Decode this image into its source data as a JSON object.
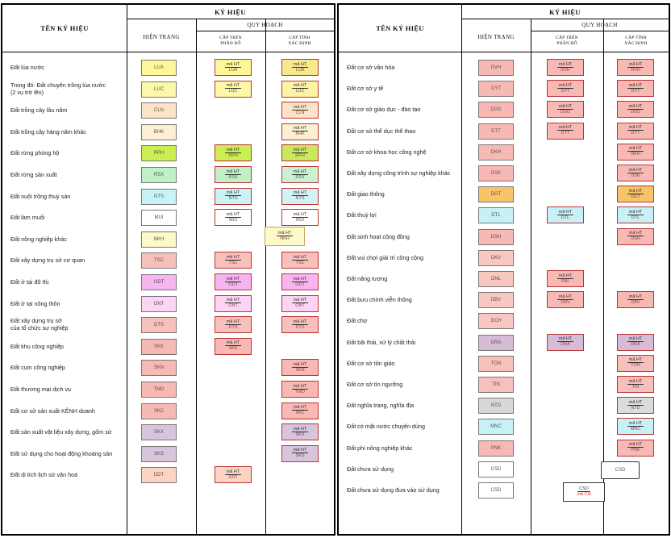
{
  "header": {
    "ten_ky_hieu": "TÊN KÝ HIỆU",
    "ky_hieu": "KÝ HIỆU",
    "hien_trang": "HIỆN TRẠNG",
    "quy_hoach": "QUY HOẠCH",
    "cap_tren_line1": "CẤP TRÊN",
    "cap_tren_line2": "PHÂN BỔ",
    "cap_tinh_line1": "CẤP TỈNH",
    "cap_tinh_line2": "XÁC ĐỊNH"
  },
  "ma_ht": "mã HT",
  "colors": {
    "red_border": "#b33333",
    "yellow": "#fdf7a3",
    "pink": "#fbc7c0"
  },
  "left_rows": [
    {
      "name": "Đất lúa nước",
      "code": "LUA",
      "fill": "#fdf79a",
      "ct": true,
      "ct_fill": "#fdf79a",
      "tinh": "hatch",
      "tinh_fill": "#f7e98b"
    },
    {
      "name": "Trong đó: Đất chuyên trồng lúa nước",
      "name2": "(2 vụ trở lên)",
      "code": "LUC",
      "fill": "#fdf7a8",
      "ct": true,
      "ct_fill": "#fdf7a8",
      "tinh": "hatch",
      "tinh_fill": "#fbf4a4"
    },
    {
      "name": "Đất trồng cây lâu năm",
      "code": "CLN",
      "fill": "#fde4c8",
      "ct": false,
      "tinh": "solid",
      "tinh_fill": "#fde4c8"
    },
    {
      "name": "Đất trồng cây hàng năm khác",
      "code": "BHK",
      "fill": "#fdf0d2",
      "ct": false,
      "tinh": "solid",
      "tinh_fill": "#fdf0d2"
    },
    {
      "name": "Đất rừng phòng hộ",
      "code": "RPH",
      "fill": "#c9ef52",
      "ct": true,
      "ct_fill": "#c9ef52",
      "tinh": "hatch",
      "tinh_fill": "#c9e85a"
    },
    {
      "name": "Đất rừng sản xuất",
      "code": "RSX",
      "fill": "#bff0c8",
      "ct": true,
      "ct_fill": "#bff0c8",
      "tinh": "hatch",
      "tinh_fill": "#c8f2d0"
    },
    {
      "name": "Đất nuôi trồng thuỷ sản",
      "code": "NTS",
      "fill": "#c8f3f7",
      "ct": true,
      "ct_fill": "#c8f3f7",
      "tinh": "hatch",
      "tinh_fill": "#d0f4f6"
    },
    {
      "name": "Đất làm muối",
      "code": "MUI",
      "fill": "#ffffff",
      "ct": true,
      "ct_fill": "#ffffff",
      "tinh": "hatch",
      "tinh_fill": "#ffffff",
      "grid": true
    },
    {
      "name": "Đất nông nghiệp khác",
      "code": "NKH",
      "fill": "#fdf9c8",
      "ct": false,
      "tinh": "none",
      "center": true
    },
    {
      "name": "Đất xây dựng trụ sở cơ quan",
      "code": "TSC",
      "fill": "#f8c0bb",
      "ct": true,
      "ct_fill": "#f8c0bb",
      "tinh": "hatch",
      "tinh_fill": "#f8c0bb"
    },
    {
      "name": "Đất ở tại đô thị",
      "code": "ODT",
      "fill": "#f6b4f0",
      "ct": true,
      "ct_fill": "#f6b4f0",
      "tinh": "solid",
      "tinh_fill": "#f6b4f0"
    },
    {
      "name": "Đất ở tại nông thôn",
      "code": "ONT",
      "fill": "#fdd4f4",
      "ct": true,
      "ct_fill": "#fdd4f4",
      "tinh": "hatch",
      "tinh_fill": "#fdd4f4"
    },
    {
      "name": "Đất xây dựng trụ sở",
      "name2": "của tổ chức sự nghiệp",
      "code": "DTS",
      "fill": "#f8c0bb",
      "ct": true,
      "ct_fill": "#f8c0bb",
      "tinh": "hatch",
      "tinh_fill": "#f8c0bb"
    },
    {
      "name": "Đất khu công nghiệp",
      "code": "SKK",
      "fill": "#f8b9b4",
      "ct": true,
      "ct_fill": "#f8b9b4",
      "tinh": "none"
    },
    {
      "name": "Đất cụm công nghiệp",
      "code": "SKN",
      "fill": "#f8b9b4",
      "ct": false,
      "tinh": "solid",
      "tinh_fill": "#f8b9b4"
    },
    {
      "name": "Đất thương mại dịch vụ",
      "code": "TMD",
      "fill": "#f8b9b4",
      "ct": false,
      "tinh": "solid",
      "tinh_fill": "#f8b9b4"
    },
    {
      "name": "Đất cơ sở sản xuất KÊNH doanh",
      "code": "SKC",
      "fill": "#f8b9b4",
      "ct": false,
      "tinh": "solid",
      "tinh_fill": "#f8b9b4"
    },
    {
      "name": "Đất sản xuất vật liệu xây dựng, gốm sứ",
      "code": "SKX",
      "fill": "#d7c4dd",
      "ct": false,
      "tinh": "solid",
      "tinh_fill": "#d7c4dd"
    },
    {
      "name": "Đất sử dụng cho hoạt động khoáng sản",
      "code": "SKS",
      "fill": "#d7c4dd",
      "ct": false,
      "tinh": "solid",
      "tinh_fill": "#d7c4dd"
    },
    {
      "name": "Đất di tích lịch sử văn hoá",
      "code": "DDT",
      "fill": "#fbd4c4",
      "ct": true,
      "ct_fill": "#fbd4c4",
      "tinh": "none"
    }
  ],
  "right_rows": [
    {
      "name": "Đất cơ sở văn hóa",
      "code": "DVH",
      "fill": "#f8b9b4",
      "ct": true,
      "ct_fill": "#f8b9b4",
      "tinh": "solid",
      "tinh_fill": "#f8b9b4"
    },
    {
      "name": "Đất cơ sở y tế",
      "code": "DYT",
      "fill": "#f8b9b4",
      "ct": true,
      "ct_fill": "#f8b9b4",
      "tinh": "solid",
      "tinh_fill": "#f8b9b4"
    },
    {
      "name": "Đất cơ sở giáo dục - đào tạo",
      "code": "DGD",
      "fill": "#f8b9b4",
      "ct": true,
      "ct_fill": "#f8b9b4",
      "tinh": "solid",
      "tinh_fill": "#f8b9b4"
    },
    {
      "name": "Đất cơ sở thể dục thể thao",
      "code": "DTT",
      "fill": "#f8b9b4",
      "ct": true,
      "ct_fill": "#f8b9b4",
      "tinh": "solid",
      "tinh_fill": "#f8b9b4"
    },
    {
      "name": "Đất cơ sở khoa học công nghệ",
      "code": "DKH",
      "fill": "#f8b9b4",
      "ct": false,
      "tinh": "solid",
      "tinh_fill": "#f8b9b4"
    },
    {
      "name": "Đất xây dựng công trình sự nghiệp khác",
      "code": "DSK",
      "fill": "#f8b9b4",
      "ct": false,
      "tinh": "solid",
      "tinh_fill": "#f8b9b4"
    },
    {
      "name": "Đất giao thông",
      "code": "DGT",
      "fill": "#f8c46a",
      "ct": false,
      "tinh": "solid",
      "tinh_fill": "#f8c46a"
    },
    {
      "name": "Đất thuỷ lợi",
      "code": "DTL",
      "fill": "#c8f0f7",
      "ct": true,
      "ct_fill": "#c8f0f7",
      "tinh": "solid",
      "tinh_fill": "#c8f0f7"
    },
    {
      "name": "Đất sinh hoạt cộng đồng",
      "code": "DSH",
      "fill": "#f8b9b4",
      "ct": false,
      "tinh": "solid",
      "tinh_fill": "#f8b9b4"
    },
    {
      "name": "Đất vui chơi giải trí công cộng",
      "code": "DKV",
      "fill": "#f8c8c0",
      "ct": false,
      "tinh": "none"
    },
    {
      "name": "Đất năng lượng",
      "code": "DNL",
      "fill": "#f8c8c0",
      "ct": true,
      "ct_fill": "#f8b9b4",
      "tinh": "none"
    },
    {
      "name": "Đất bưu chính viễn thông",
      "code": "DBV",
      "fill": "#f8c8c0",
      "ct": true,
      "ct_fill": "#f8b9b4",
      "tinh": "hatch",
      "tinh_fill": "#f8b9b4"
    },
    {
      "name": "Đất chợ",
      "code": "DCH",
      "fill": "#f8c8c0",
      "ct": false,
      "tinh": "none"
    },
    {
      "name": "Đất bãi thải, xử lý chất thải",
      "code": "DRA",
      "fill": "#d7bcd8",
      "ct": true,
      "ct_fill": "#d7bcd8",
      "tinh": "hatch",
      "tinh_fill": "#d7bcd8"
    },
    {
      "name": "Đất cơ sở tôn giáo",
      "code": "TON",
      "fill": "#f8c0bb",
      "ct": false,
      "tinh": "solid",
      "tinh_fill": "#f8c0bb"
    },
    {
      "name": "Đất cơ sở tín ngưỡng",
      "code": "TIN",
      "fill": "#f8c0bb",
      "ct": false,
      "tinh": "solid",
      "tinh_fill": "#f8c0bb"
    },
    {
      "name": "Đất nghĩa trang, nghĩa địa",
      "code": "NTD",
      "fill": "#d8d8d8",
      "ct": false,
      "tinh": "solid",
      "tinh_fill": "#dcdcdc"
    },
    {
      "name": "Đất có mặt nước chuyên dùng",
      "code": "MNC",
      "fill": "#c8f0f7",
      "ct": false,
      "tinh": "solid",
      "tinh_fill": "#c8f0f7"
    },
    {
      "name": "Đất phi nông nghiệp khác",
      "code": "PNK",
      "fill": "#f8b9b4",
      "ct": false,
      "tinh": "solid",
      "tinh_fill": "#f8b9b4"
    },
    {
      "name": "Đất chưa sử dụng",
      "code": "CSD",
      "fill": "#ffffff",
      "ct": false,
      "tinh": "none",
      "center": true
    },
    {
      "name": "Đất chưa sử dụng đưa vào sử dụng",
      "code": "CSD",
      "fill": "#ffffff",
      "ct": false,
      "tinh": "none",
      "center2": true,
      "center2_sub": "mã CH"
    }
  ]
}
